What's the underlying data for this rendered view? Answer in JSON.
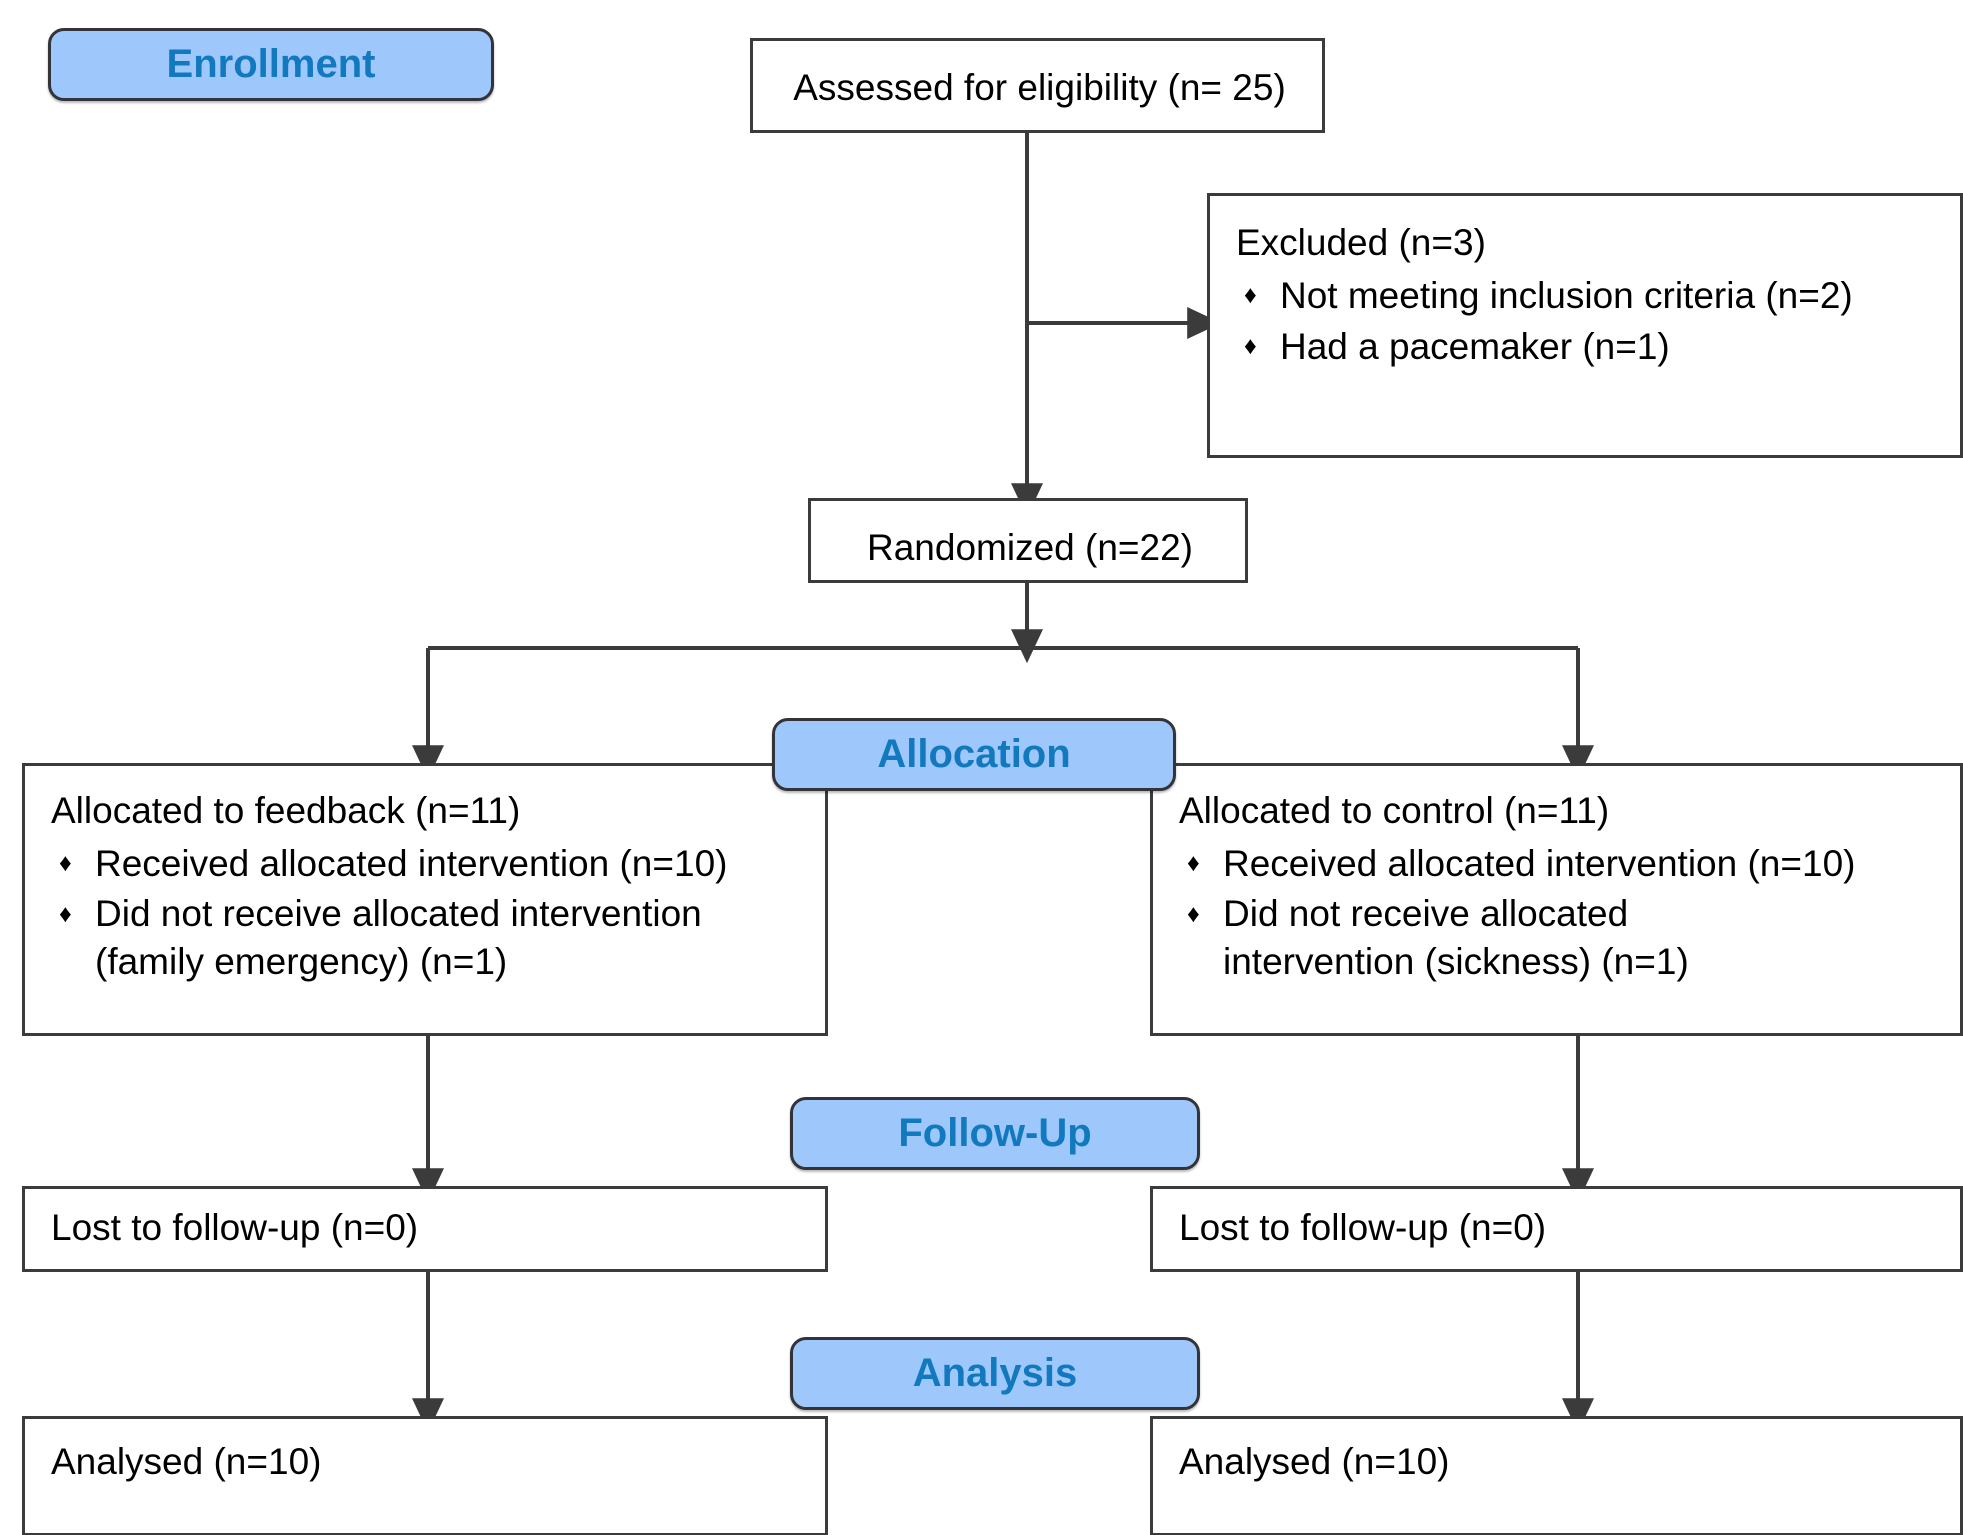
{
  "diagram": {
    "title": "CONSORT participant flow diagram",
    "colors": {
      "badge_fill": "#9EC8FB",
      "badge_text": "#1379BE",
      "badge_border": "#33343a",
      "box_border": "#3b3b3b",
      "box_fill": "#ffffff",
      "text": "#000000",
      "connector": "#3b3b3b"
    },
    "bullet_glyph": "♦"
  },
  "stages": [
    {
      "id": "enrollment",
      "label": "Enrollment"
    },
    {
      "id": "allocation",
      "label": "Allocation"
    },
    {
      "id": "followup",
      "label": "Follow-Up"
    },
    {
      "id": "analysis",
      "label": "Analysis"
    }
  ],
  "nodes": {
    "assessed": {
      "title": "Assessed for eligibility (n= 25)",
      "items": []
    },
    "excluded": {
      "title": "Excluded (n=3)",
      "items": [
        "Not meeting inclusion criteria (n=2)",
        "Had a pacemaker (n=1)"
      ]
    },
    "randomized": {
      "title": "Randomized (n=22)",
      "items": []
    },
    "allocated_feedback": {
      "title": "Allocated to feedback (n=11)",
      "items": [
        "Received allocated intervention (n=10)",
        "Did not receive allocated intervention (family emergency) (n=1)"
      ]
    },
    "allocated_control": {
      "title": "Allocated to control (n=11)",
      "items": [
        "Received allocated intervention (n=10)",
        "Did not receive allocated intervention (sickness) (n=1)"
      ]
    },
    "followup_left": {
      "title": "Lost to follow-up (n=0)",
      "items": []
    },
    "followup_right": {
      "title": "Lost to follow-up (n=0)",
      "items": []
    },
    "analysed_left": {
      "title": "Analysed (n=10)",
      "items": []
    },
    "analysed_right": {
      "title": "Analysed (n=10)",
      "items": []
    }
  },
  "chart_data": {
    "type": "diagram",
    "title": "CONSORT flow diagram",
    "flow": [
      {
        "from": "assessed",
        "to": "randomized",
        "label": ""
      },
      {
        "from": "assessed",
        "to": "excluded",
        "label": ""
      },
      {
        "from": "randomized",
        "to": "allocated_feedback",
        "label": ""
      },
      {
        "from": "randomized",
        "to": "allocated_control",
        "label": ""
      },
      {
        "from": "allocated_feedback",
        "to": "followup_left",
        "label": ""
      },
      {
        "from": "allocated_control",
        "to": "followup_right",
        "label": ""
      },
      {
        "from": "followup_left",
        "to": "analysed_left",
        "label": ""
      },
      {
        "from": "followup_right",
        "to": "analysed_right",
        "label": ""
      }
    ],
    "counts": {
      "assessed_for_eligibility": 25,
      "excluded_total": 3,
      "excluded_not_meeting_inclusion_criteria": 2,
      "excluded_had_pacemaker": 1,
      "randomized": 22,
      "allocated_feedback": 11,
      "feedback_received_intervention": 10,
      "feedback_did_not_receive_intervention": 1,
      "allocated_control": 11,
      "control_received_intervention": 10,
      "control_did_not_receive_intervention": 1,
      "lost_to_followup_feedback": 0,
      "lost_to_followup_control": 0,
      "analysed_feedback": 10,
      "analysed_control": 10
    }
  }
}
